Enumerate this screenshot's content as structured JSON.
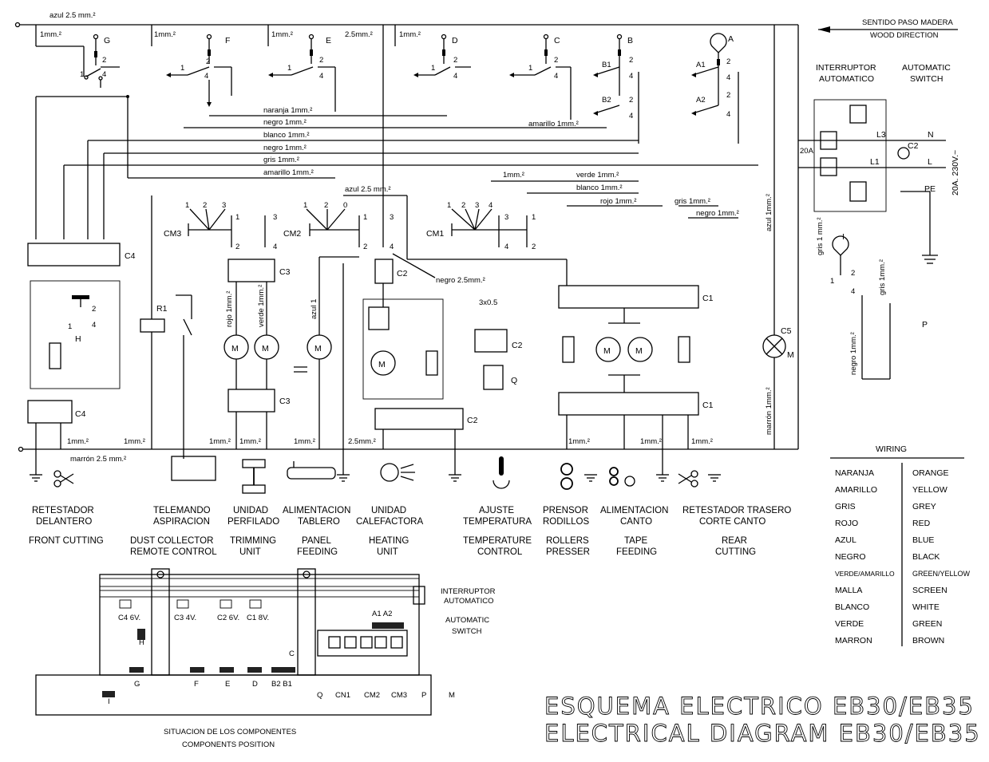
{
  "header": {
    "direction_es": "SENTIDO PASO MADERA",
    "direction_en": "WOOD DIRECTION",
    "auto_switch_es_1": "INTERRUPTOR",
    "auto_switch_es_2": "AUTOMATICO",
    "auto_switch_en_1": "AUTOMATIC",
    "auto_switch_en_2": "SWITCH"
  },
  "supply": {
    "n": "N",
    "l": "L",
    "pe": "PE",
    "spec": "20A. 230V.~",
    "l3": "L3",
    "l1": "L1",
    "c2": "C2",
    "fuse": "20A",
    "azul": "azul 1mm.²",
    "marron": "marrón 1mm.²",
    "gris": "gris 1 mm.²",
    "negro": "negro 1mm.²",
    "gris2": "gris 1mm.²"
  },
  "switches": {
    "g": "G",
    "f": "F",
    "e": "E",
    "d": "D",
    "c": "C",
    "b": "B",
    "a": "A",
    "b1": "B1",
    "b2": "B2",
    "a1": "A1",
    "a2": "A2",
    "i": "I",
    "h": "H",
    "p": "P",
    "n1": "1",
    "n2": "2",
    "n4": "4"
  },
  "wires": {
    "azul_top": "azul 2.5 mm.²",
    "mm1": "1mm.²",
    "mm25": "2.5mm.²",
    "naranja": "naranja 1mm.²",
    "negro": "negro 1mm.²",
    "blanco": "blanco 1mm.²",
    "gris": "gris 1mm.²",
    "amarillo": "amarillo 1mm.²",
    "amarillo2": "amarillo 1mm.²",
    "verde": "verde 1mm.²",
    "blanco2": "blanco 1mm.²",
    "rojo": "rojo 1mm.²",
    "gris2": "gris 1mm.²",
    "negro2": "negro 1mm.²",
    "azul25": "azul 2.5 mm.²",
    "negro25": "negro 2.5mm.²",
    "azul1": "azul 1",
    "rojo_v": "rojo 1mm.²",
    "verde_v": "verde 1mm.²",
    "marron_bottom": "marrón 2.5 mm.²",
    "three": "3x0.5"
  },
  "components": {
    "cm3": "CM3",
    "cm2": "CM2",
    "cm1": "CM1",
    "r1": "R1",
    "c1": "C1",
    "c2": "C2",
    "c3": "C3",
    "c4": "C4",
    "c5": "C5",
    "m": "M",
    "q": "Q",
    "n1": "1",
    "n2": "2",
    "n3": "3",
    "n4": "4",
    "n0": "0"
  },
  "units": [
    {
      "es1": "RETESTADOR",
      "es2": "DELANTERO",
      "en1": "FRONT CUTTING",
      "en2": ""
    },
    {
      "es1": "TELEMANDO",
      "es2": "ASPIRACION",
      "en1": "DUST COLLECTOR",
      "en2": "REMOTE CONTROL"
    },
    {
      "es1": "UNIDAD",
      "es2": "PERFILADO",
      "en1": "TRIMMING",
      "en2": "UNIT"
    },
    {
      "es1": "ALIMENTACION",
      "es2": "TABLERO",
      "en1": "PANEL",
      "en2": "FEEDING"
    },
    {
      "es1": "UNIDAD",
      "es2": "CALEFACTORA",
      "en1": "HEATING",
      "en2": "UNIT"
    },
    {
      "es1": "AJUSTE",
      "es2": "TEMPERATURA",
      "en1": "TEMPERATURE",
      "en2": "CONTROL"
    },
    {
      "es1": "PRENSOR",
      "es2": "RODILLOS",
      "en1": "ROLLERS",
      "en2": "PRESSER"
    },
    {
      "es1": "ALIMENTACION",
      "es2": "CANTO",
      "en1": "TAPE",
      "en2": "FEEDING"
    },
    {
      "es1": "RETESTADOR TRASERO",
      "es2": "CORTE CANTO",
      "en1": "REAR",
      "en2": "CUTTING"
    }
  ],
  "wiring": {
    "title": "WIRING",
    "rows": [
      [
        "NARANJA",
        "ORANGE"
      ],
      [
        "AMARILLO",
        "YELLOW"
      ],
      [
        "GRIS",
        "GREY"
      ],
      [
        "ROJO",
        "RED"
      ],
      [
        "AZUL",
        "BLUE"
      ],
      [
        "NEGRO",
        "BLACK"
      ],
      [
        "VERDE/AMARILLO",
        "GREEN/YELLOW"
      ],
      [
        "MALLA",
        "SCREEN"
      ],
      [
        "BLANCO",
        "WHITE"
      ],
      [
        "VERDE",
        "GREEN"
      ],
      [
        "MARRON",
        "BROWN"
      ]
    ]
  },
  "layout_drawing": {
    "c4": "C4 6V.",
    "c3": "C3 4V.",
    "c2": "C2 6V.",
    "c1": "C1 8V.",
    "h": "H",
    "a1a2": "A1 A2",
    "c": "C",
    "switch_es_1": "INTERRUPTOR",
    "switch_es_2": "AUTOMATICO",
    "switch_en_1": "AUTOMATIC",
    "switch_en_2": "SWITCH",
    "bottom_labels": [
      "I",
      "G",
      "F",
      "E",
      "D",
      "B2 B1",
      "Q",
      "CN1",
      "CM2",
      "CM3",
      "P",
      "M"
    ],
    "caption_es": "SITUACION DE LOS COMPONENTES",
    "caption_en": "COMPONENTS POSITION"
  },
  "title": {
    "es": "ESQUEMA ELECTRICO EB30/EB35",
    "en": "ELECTRICAL DIAGRAM EB30/EB35"
  }
}
